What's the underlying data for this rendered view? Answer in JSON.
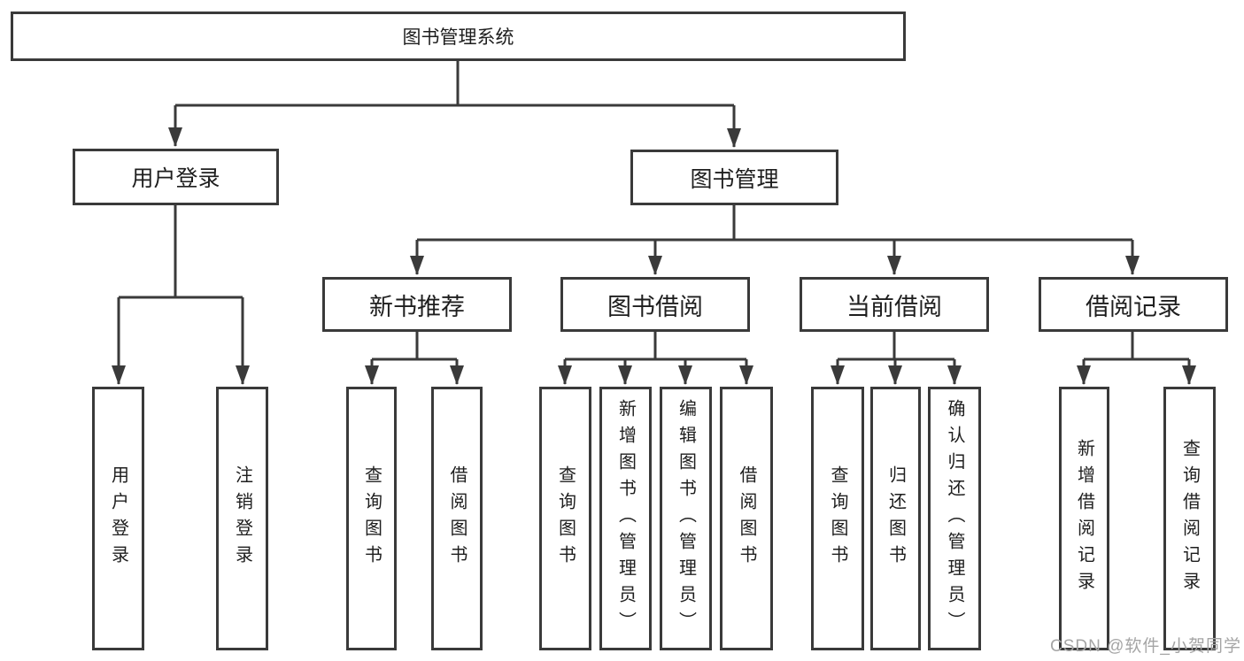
{
  "tree": {
    "label": "图书管理系统",
    "children": [
      {
        "label": "用户登录",
        "children": [
          {
            "label": "用户登录"
          },
          {
            "label": "注销登录"
          }
        ]
      },
      {
        "label": "图书管理",
        "children": [
          {
            "label": "新书推荐",
            "children": [
              {
                "label": "查询图书"
              },
              {
                "label": "借阅图书"
              }
            ]
          },
          {
            "label": "图书借阅",
            "children": [
              {
                "label": "查询图书"
              },
              {
                "label": "新增图书（管理员）"
              },
              {
                "label": "编辑图书（管理员）"
              },
              {
                "label": "借阅图书"
              }
            ]
          },
          {
            "label": "当前借阅",
            "children": [
              {
                "label": "查询图书"
              },
              {
                "label": "归还图书"
              },
              {
                "label": "确认归还（管理员）"
              }
            ]
          },
          {
            "label": "借阅记录",
            "children": [
              {
                "label": "新增借阅记录"
              },
              {
                "label": "查询借阅记录"
              }
            ]
          }
        ]
      }
    ]
  },
  "watermark": "CSDN @软件_小贺同学",
  "colors": {
    "line": "#3a3a3a",
    "box_border": "#3a3a3a",
    "text": "#1e1e1e",
    "watermark": "#a5a5a5",
    "background": "#ffffff"
  }
}
